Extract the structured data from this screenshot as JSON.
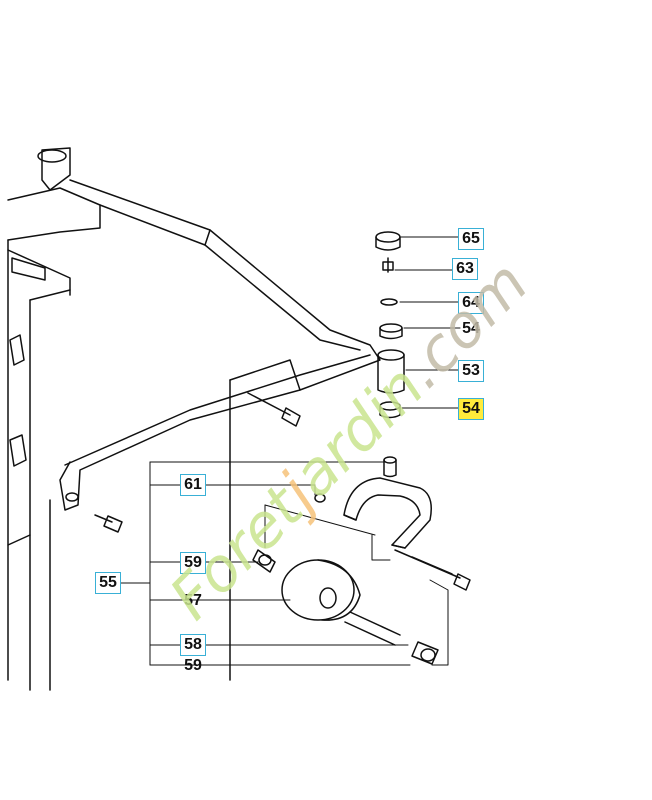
{
  "callouts": [
    {
      "id": "65",
      "label": "65",
      "boxed": true,
      "highlight": false
    },
    {
      "id": "63",
      "label": "63",
      "boxed": true,
      "highlight": false
    },
    {
      "id": "64",
      "label": "64",
      "boxed": true,
      "highlight": false
    },
    {
      "id": "54a",
      "label": "54",
      "boxed": false,
      "highlight": false
    },
    {
      "id": "53",
      "label": "53",
      "boxed": true,
      "highlight": false
    },
    {
      "id": "54b",
      "label": "54",
      "boxed": true,
      "highlight": true
    },
    {
      "id": "61",
      "label": "61",
      "boxed": true,
      "highlight": false
    },
    {
      "id": "59a",
      "label": "59",
      "boxed": true,
      "highlight": false
    },
    {
      "id": "55",
      "label": "55",
      "boxed": true,
      "highlight": false
    },
    {
      "id": "57",
      "label": "57",
      "boxed": false,
      "highlight": false
    },
    {
      "id": "58",
      "label": "58",
      "boxed": true,
      "highlight": false
    },
    {
      "id": "59b",
      "label": "59",
      "boxed": false,
      "highlight": false
    }
  ],
  "watermark": {
    "text_green": "Foret",
    "text_orange": "j",
    "text_green2": "ardin",
    "text_grey": ".com",
    "colors": {
      "green": "#c9e58f",
      "orange": "#f6c27a",
      "grey": "#c2bba8"
    }
  },
  "colors": {
    "callout_border": "#39b0d6",
    "highlight": "#ffeb3b",
    "line": "#111111"
  }
}
